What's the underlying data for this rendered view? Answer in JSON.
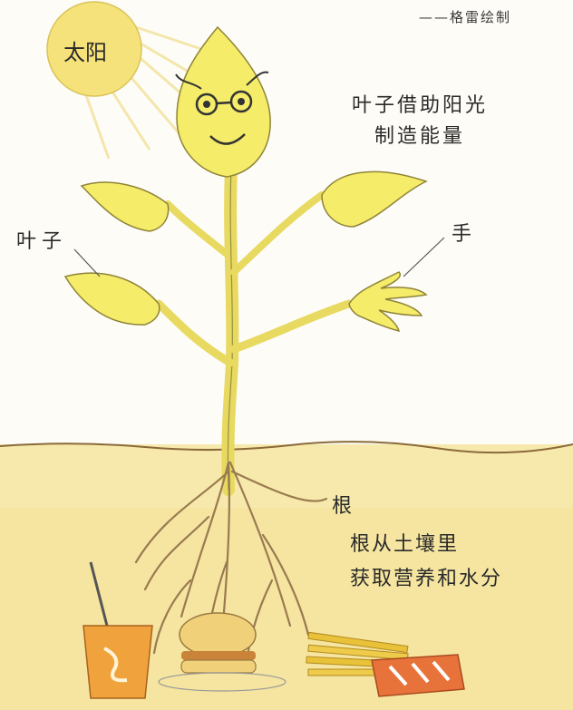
{
  "credit": "——格雷绘制",
  "labels": {
    "sun": "太阳",
    "leaf": "叶子",
    "hand": "手",
    "root": "根"
  },
  "captions": {
    "leaf_line1": "叶子借助阳光",
    "leaf_line2": "制造能量",
    "root_line1": "根从土壤里",
    "root_line2": "获取营养和水分"
  },
  "colors": {
    "sun": "#f6e27a",
    "leaf": "#f5ec6a",
    "soil": "#f6e7a6",
    "ground_line": "#8a6a3a",
    "drink": "#f0a23c",
    "fries": "#e9c23a",
    "box": "#e8733a"
  }
}
